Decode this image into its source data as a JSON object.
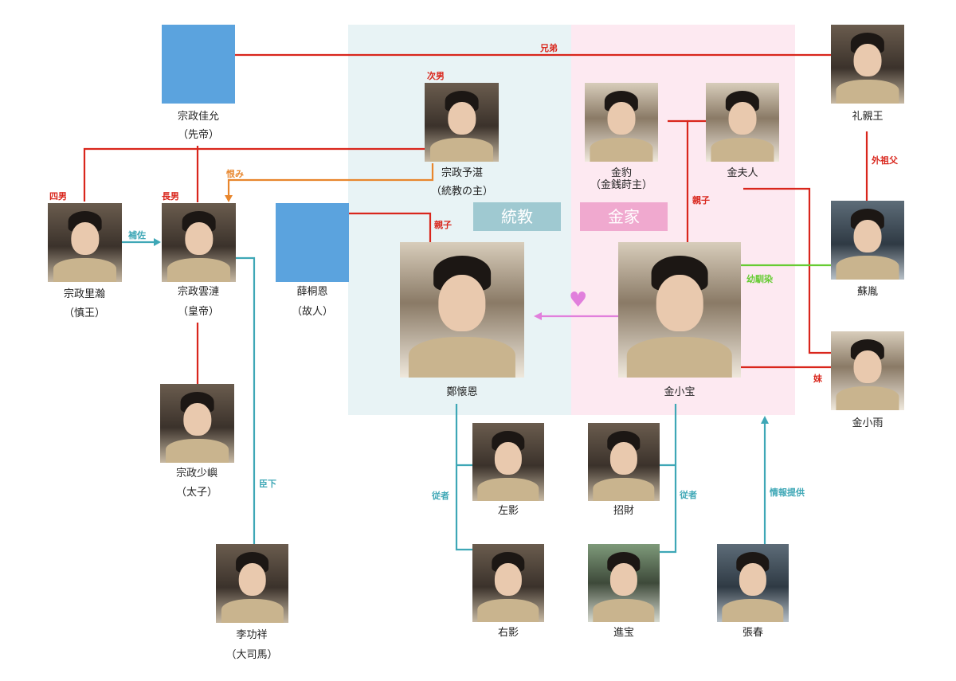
{
  "colors": {
    "kinship_red": "#d9261c",
    "subordinate_blue": "#3ea7b6",
    "grudge_orange": "#e8862d",
    "childhood_green": "#66cc33",
    "love_pink": "#e17fdc",
    "tongjiao_bg": "#e8f3f5",
    "jinjia_bg": "#fde9f1",
    "tongjiao_badge": "#9fc9d1",
    "jinjia_badge": "#f0a9cf",
    "placeholder_blue": "#5ba3de"
  },
  "groups": {
    "tongjiao": "統教",
    "jinjia": "金家"
  },
  "people": {
    "zongzheng_jiayun": {
      "name": "宗政佳允",
      "title": "（先帝）"
    },
    "zongzheng_yuchen": {
      "name": "宗政予湛",
      "title": "（統教の主）"
    },
    "jinbao": {
      "name": "金豹",
      "title": "（金銭莳主）"
    },
    "jin_furen": {
      "name": "金夫人"
    },
    "lichin_wang": {
      "name": "礼親王"
    },
    "zongzheng_lihan": {
      "name": "宗政里瀚",
      "title": "（慎王）"
    },
    "zongzheng_yunlian": {
      "name": "宗政雲漣",
      "title": "（皇帝）"
    },
    "xue_tongen": {
      "name": "薛桐恩",
      "title": "（故人）"
    },
    "zheng_huaien": {
      "name": "鄭懐恩"
    },
    "jin_xiaobao": {
      "name": "金小宝"
    },
    "su_yin": {
      "name": "蘇胤"
    },
    "jin_xiaoyu": {
      "name": "金小雨"
    },
    "zongzheng_shaoyu": {
      "name": "宗政少嶼",
      "title": "（太子）"
    },
    "zuoying": {
      "name": "左影"
    },
    "zhaocai": {
      "name": "招財"
    },
    "youying": {
      "name": "右影"
    },
    "jinbao2": {
      "name": "進宝"
    },
    "zhangchun": {
      "name": "張春"
    },
    "li_gongxiang": {
      "name": "李功祥",
      "title": "（大司馬）"
    }
  },
  "relations": {
    "brothers": "兄弟",
    "second_son": "次男",
    "fourth_son": "四男",
    "eldest_son": "長男",
    "grudge": "恨み",
    "assist": "補佐",
    "parent_child_1": "親子",
    "parent_child_2": "親子",
    "maternal_grandfather": "外祖父",
    "childhood_friend": "幼馴染",
    "sister": "妹",
    "vassal": "臣下",
    "attendant_1": "従者",
    "attendant_2": "従者",
    "informant": "情報提供"
  },
  "love_symbol": "♥"
}
